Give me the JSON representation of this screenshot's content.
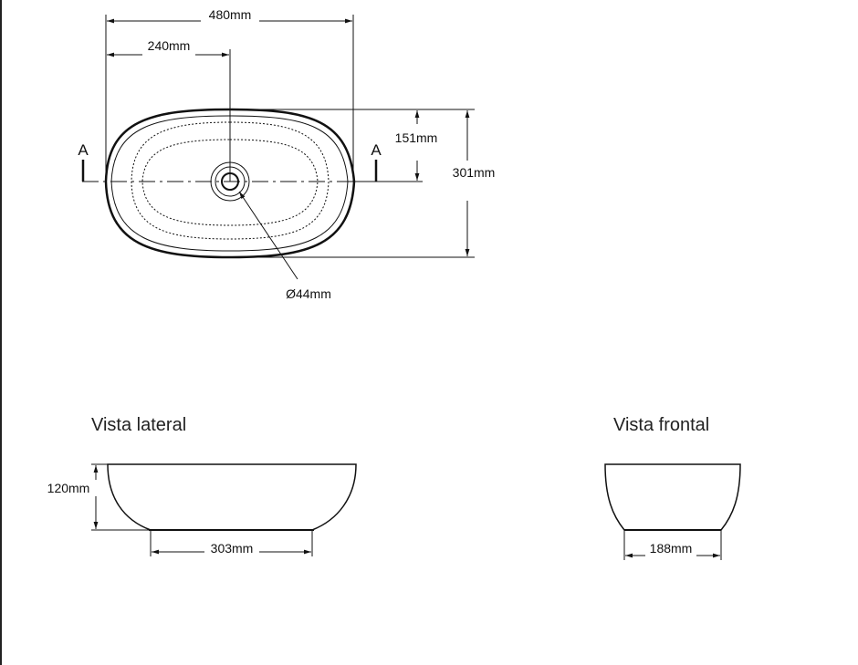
{
  "top_view": {
    "width_label": "480mm",
    "half_width_label": "240mm",
    "half_depth_label": "151mm",
    "depth_label": "301mm",
    "drain_label": "Ø44mm",
    "section_mark_left": "A",
    "section_mark_right": "A"
  },
  "side_view": {
    "title": "Vista lateral",
    "height_label": "120mm",
    "base_label": "303mm"
  },
  "front_view": {
    "title": "Vista frontal",
    "base_label": "188mm"
  }
}
